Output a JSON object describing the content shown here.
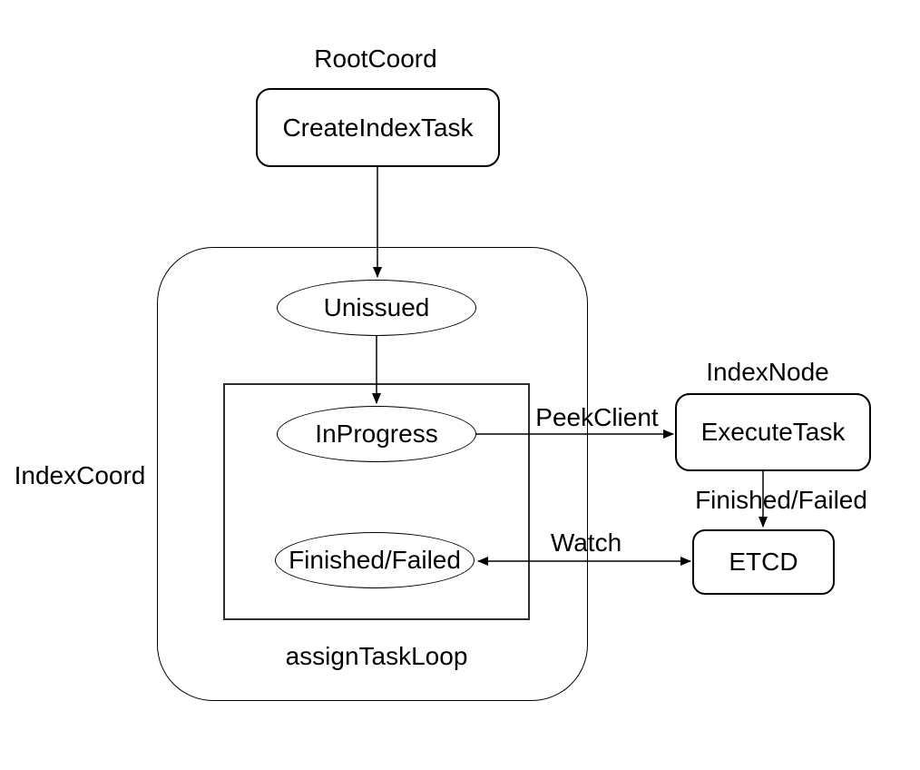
{
  "diagram": {
    "background_color": "#ffffff",
    "stroke_color": "#000000",
    "text_color": "#000000",
    "labels": {
      "root_coord": "RootCoord",
      "index_coord": "IndexCoord",
      "index_node": "IndexNode",
      "assign_task_loop": "assignTaskLoop"
    },
    "nodes": {
      "create_index_task": "CreateIndexTask",
      "unissued": "Unissued",
      "in_progress": "InProgress",
      "finished_failed": "Finished/Failed",
      "execute_task": "ExecuteTask",
      "etcd": "ETCD"
    },
    "edge_labels": {
      "peek_client": "PeekClient",
      "finished_failed": "Finished/Failed",
      "watch": "Watch"
    },
    "connections": [
      {
        "from": "CreateIndexTask",
        "to": "Unissued",
        "label": "",
        "arrow": "single"
      },
      {
        "from": "Unissued",
        "to": "InProgress",
        "label": "",
        "arrow": "single"
      },
      {
        "from": "InProgress",
        "to": "ExecuteTask",
        "label": "PeekClient",
        "arrow": "single"
      },
      {
        "from": "ExecuteTask",
        "to": "ETCD",
        "label": "Finished/Failed",
        "arrow": "single"
      },
      {
        "from": "Finished/Failed",
        "to": "ETCD",
        "label": "Watch",
        "arrow": "double"
      }
    ]
  }
}
